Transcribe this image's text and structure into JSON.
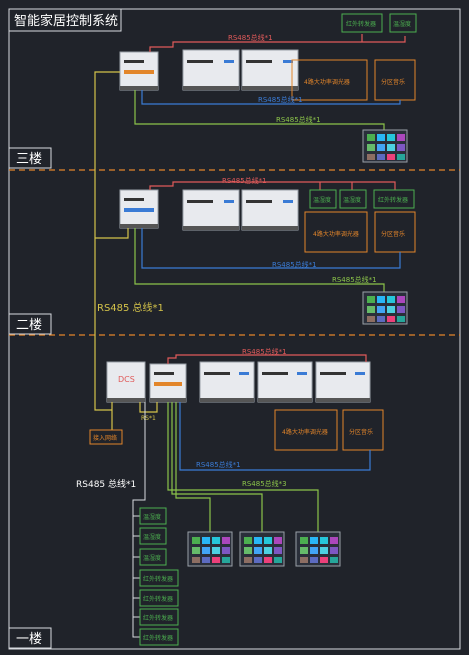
{
  "title": "智能家居控制系统",
  "floors": {
    "third": "三楼",
    "second": "二楼",
    "first": "一楼"
  },
  "bus": {
    "rs485_x1": "RS485总线*1",
    "rs485_x1_left": "RS485 总线*1",
    "rs485_x1_bottom": "RS485 总线*1",
    "rs485_x3": "RS485总线*3"
  },
  "devices": {
    "ir_transponder": "红外转发器",
    "cheap_sensor": "温湿度",
    "dimmer_module": "4路大功率调光器",
    "partition_controller": "分区音乐",
    "dcs": "DCS",
    "access_network": "接入网络",
    "small_label": "RS*1"
  },
  "colors": {
    "background": "#20232a",
    "bus_red": "#e05a5a",
    "bus_blue": "#3a7bd5",
    "bus_green": "#8bc34a",
    "bus_yellow": "#d4c34a",
    "orange_box": "#e2852a",
    "green_box": "#4caf50",
    "divider": "#e2852a",
    "frame": "#d8dbe0"
  }
}
